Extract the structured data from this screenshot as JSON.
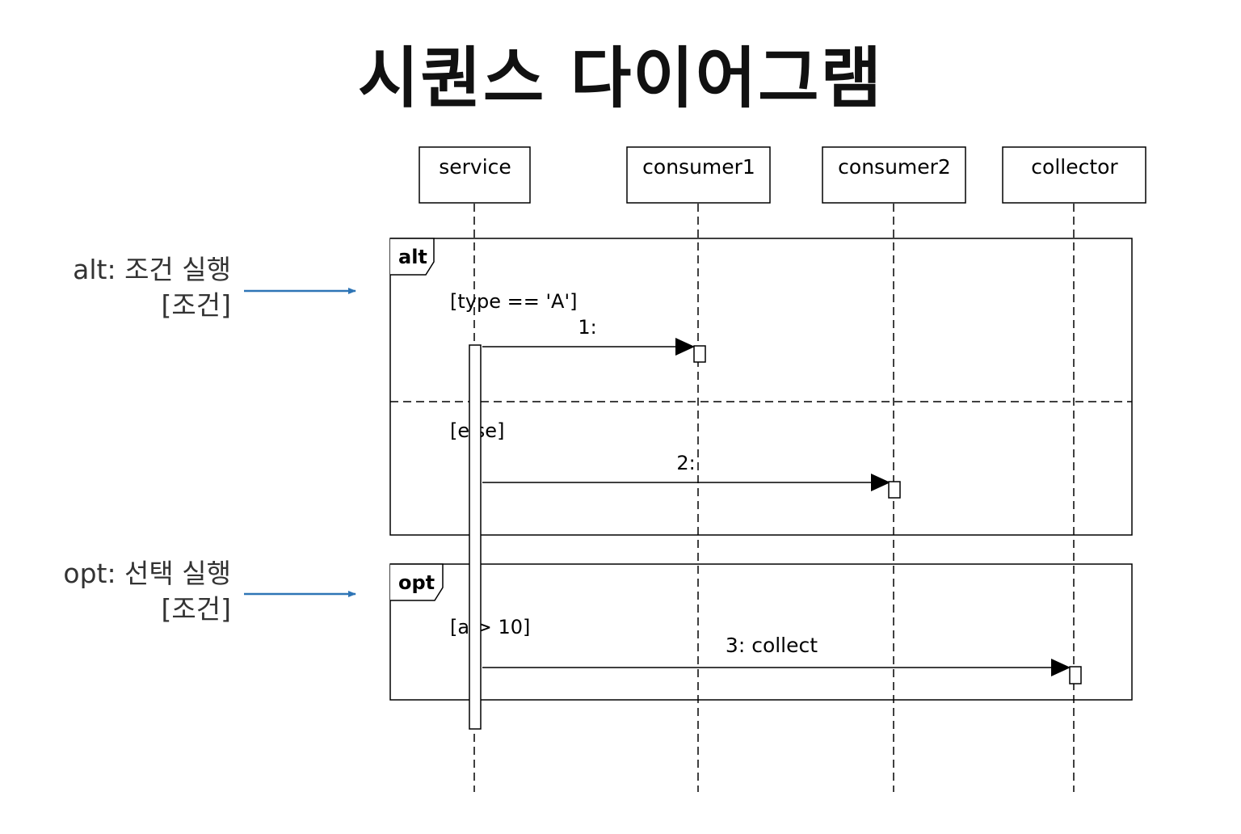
{
  "title": "시퀀스 다이어그램",
  "annotations": [
    {
      "text": "alt: 조건 실행",
      "sub": "[조건]"
    },
    {
      "text": "opt:  선택 실행",
      "sub": "[조건]"
    }
  ],
  "lifelines": [
    "service",
    "consumer1",
    "consumer2",
    "collector"
  ],
  "fragments": {
    "alt": {
      "label": "alt",
      "guard1": "[type == 'A']",
      "guard2": "[else]"
    },
    "opt": {
      "label": "opt",
      "guard": "[a > 10]"
    }
  },
  "messages": [
    "1:",
    "2:",
    "3: collect"
  ],
  "colors": {
    "arrow": "#2e75b6",
    "line": "#000000"
  }
}
